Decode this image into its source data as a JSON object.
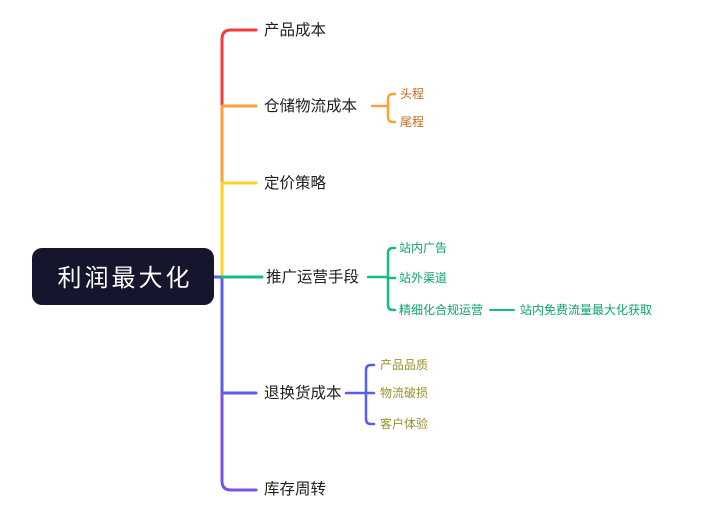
{
  "canvas": {
    "background": "#ffffff"
  },
  "root": {
    "label": "利润最大化",
    "bg_color": "#15152e",
    "text_color": "#ffffff"
  },
  "branches": [
    {
      "label": "产品成本",
      "line_color": "#f73b3d",
      "text_color": "#1e1e1e"
    },
    {
      "label": "仓储物流成本",
      "line_color": "#f9a23a",
      "text_color": "#1e1e1e",
      "children": [
        {
          "label": "头程",
          "text_color": "#bc6b1e"
        },
        {
          "label": "尾程",
          "text_color": "#bc6b1e"
        }
      ]
    },
    {
      "label": "定价策略",
      "line_color": "#fed123",
      "text_color": "#1e1e1e"
    },
    {
      "label": "推广运营手段",
      "line_color": "#13bf7c",
      "text_color": "#1e1e1e",
      "children": [
        {
          "label": "站内广告",
          "text_color": "#0ca368"
        },
        {
          "label": "站外渠道",
          "text_color": "#0ca368"
        },
        {
          "label": "精细化合规运营",
          "text_color": "#0ca368",
          "children": [
            {
              "label": "站内免费流量最大化获取",
              "text_color": "#0ca368"
            }
          ]
        }
      ]
    },
    {
      "label": "退换货成本",
      "line_color": "#585ee9",
      "text_color": "#1e1e1e",
      "children": [
        {
          "label": "产品品质",
          "text_color": "#99912e"
        },
        {
          "label": "物流破损",
          "text_color": "#99912e"
        },
        {
          "label": "客户体验",
          "text_color": "#99912e"
        }
      ]
    },
    {
      "label": "库存周转",
      "line_color": "#7a52e2",
      "text_color": "#1e1e1e"
    }
  ]
}
